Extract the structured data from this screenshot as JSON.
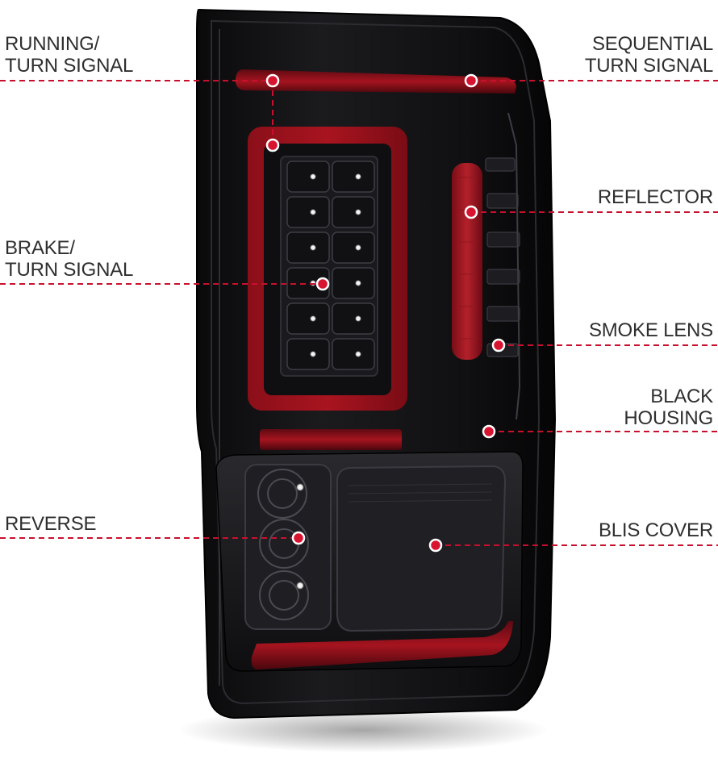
{
  "colors": {
    "callout_red": "#c8102e",
    "lens_red": "#9b0f1c",
    "housing_black": "#121214",
    "label_text": "#2f2f2f"
  },
  "callouts": {
    "running_turn": {
      "line1": "RUNNING/",
      "line2": "TURN SIGNAL"
    },
    "sequential_turn": {
      "line1": "SEQUENTIAL",
      "line2": "TURN SIGNAL"
    },
    "reflector": {
      "line1": "REFLECTOR"
    },
    "brake_turn": {
      "line1": "BRAKE/",
      "line2": "TURN SIGNAL"
    },
    "smoke_lens": {
      "line1": "SMOKE LENS"
    },
    "black_housing": {
      "line1": "BLACK",
      "line2": "HOUSING"
    },
    "reverse": {
      "line1": "REVERSE"
    },
    "blis_cover": {
      "line1": "BLIS COVER"
    }
  }
}
